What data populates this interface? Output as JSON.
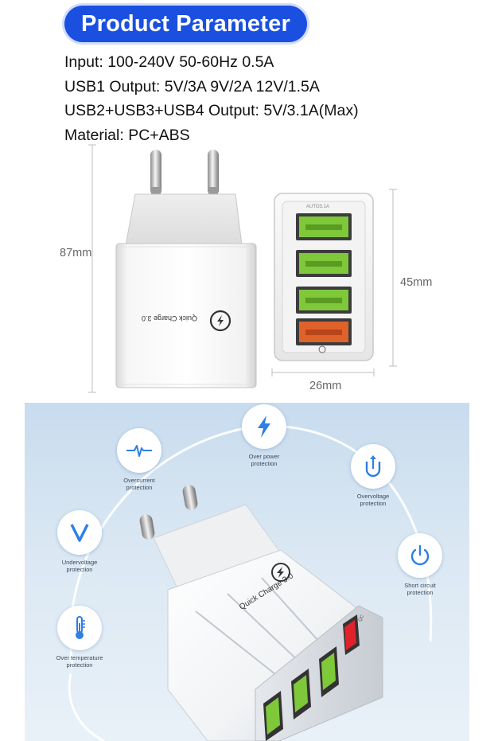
{
  "header": {
    "title": "Product Parameter"
  },
  "specs": [
    "Input: 100-240V 50-60Hz 0.5A",
    "USB1 Output: 5V/3A 9V/2A 12V/1.5A",
    "USB2+USB3+USB4 Output: 5V/3.1A(Max)",
    "Material: PC+ABS"
  ],
  "dimensions": {
    "height": "87mm",
    "side": "45mm",
    "width": "26mm"
  },
  "product": {
    "front_label": "Quick Charge 3.0",
    "port_label": "AUTO3.1A",
    "qc_badge": "QC"
  },
  "features": [
    {
      "icon": "wave-icon",
      "line1": "Overcurrent",
      "line2": "protection"
    },
    {
      "icon": "lightning-icon",
      "line1": "Over power",
      "line2": "protection"
    },
    {
      "icon": "u-icon",
      "line1": "Overvoltage",
      "line2": "protection"
    },
    {
      "icon": "v-icon",
      "line1": "Undervoltage",
      "line2": "protection"
    },
    {
      "icon": "power-icon",
      "line1": "Short circuit",
      "line2": "protection"
    },
    {
      "icon": "thermometer-icon",
      "line1": "Over temperature",
      "line2": "protection"
    }
  ],
  "colors": {
    "accent": "#1a4fe0",
    "icon_blue": "#2d7ee6",
    "usb_green": "#7ec83a",
    "usb_orange": "#e0622b"
  }
}
